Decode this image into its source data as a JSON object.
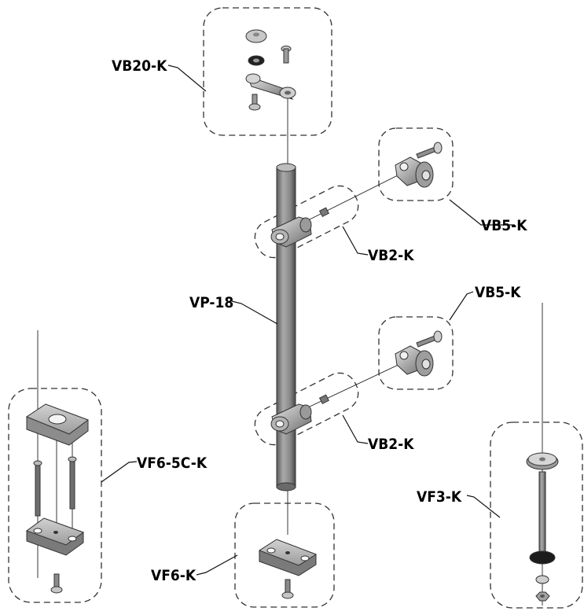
{
  "diagram": {
    "labels": {
      "vb20": "VB20-K",
      "vb5_top": "VB5-K",
      "vb2_top": "VB2-K",
      "vp18": "VP-18",
      "vb5_mid": "VB5-K",
      "vb2_mid": "VB2-K",
      "vf65c": "VF6-5C-K",
      "vf3": "VF3-K",
      "vf6": "VF6-K"
    },
    "colors": {
      "part_dark": "#6f6f6f",
      "part_mid": "#9a9a9a",
      "part_light": "#c9c9c9",
      "outline": "#333333"
    }
  }
}
